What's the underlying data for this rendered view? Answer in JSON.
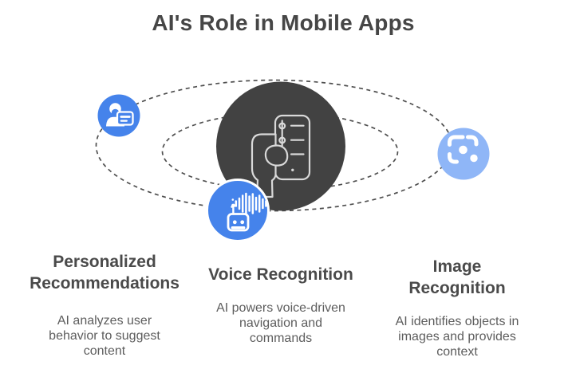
{
  "header": {
    "title": "AI's Role in Mobile Apps"
  },
  "palette": {
    "background": "#ffffff",
    "titleColor": "#464646",
    "headingColor": "#4a4a4a",
    "bodyColor": "#5d5d5d",
    "dark": "#424242",
    "blue": "#4583eb",
    "lightBlue": "#8fb6f7",
    "phoneStroke": "#d9d9d9",
    "orbitLine": "#4f4f4f",
    "iconWhite": "#ffffff"
  },
  "diagram": {
    "type": "orbit-infographic",
    "orbits": "two dashed concentric ellipses",
    "center_icon": "hand-holding-phone-icon",
    "nodes": [
      {
        "icon": "user-profile-card-icon",
        "color": "#4583eb",
        "links_to": "Personalized Recommendations"
      },
      {
        "icon": "robot-sound-wave-icon",
        "color": "#4583eb",
        "links_to": "Voice Recognition"
      },
      {
        "icon": "image-scan-lens-icon",
        "color": "#8fb6f7",
        "links_to": "Image Recognition"
      }
    ]
  },
  "features": [
    {
      "title": "Personalized\nRecommendations",
      "description": "AI analyzes user\nbehavior to suggest\ncontent"
    },
    {
      "title": "Voice Recognition",
      "description": "AI powers voice-driven\nnavigation and\ncommands"
    },
    {
      "title": "Image\nRecognition",
      "description": "AI identifies objects in\nimages and provides\ncontext"
    }
  ]
}
